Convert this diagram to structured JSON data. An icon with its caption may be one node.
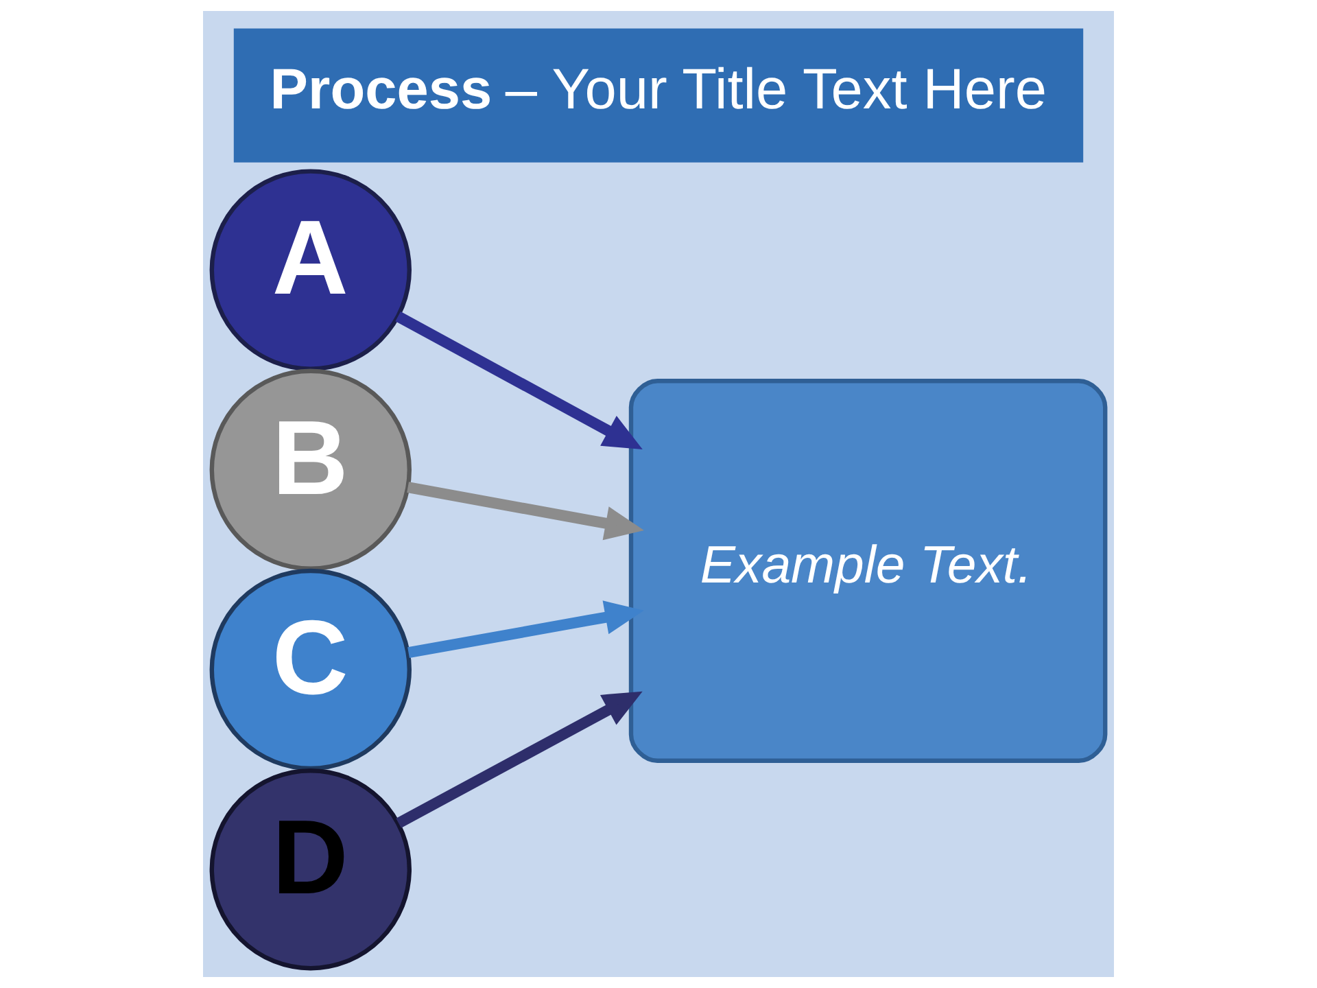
{
  "diagram": {
    "title": "**Process** – Your Title Text Here",
    "nodes": [
      {
        "text": [
          "A"
        ]
      },
      {
        "text": [
          "B"
        ]
      },
      {
        "text": [
          "C"
        ]
      },
      {
        "text": [
          "D"
        ]
      },
      {
        "text": [
          "Example Text."
        ]
      }
    ],
    "edges": [
      {
        "from": 0,
        "to": 4,
        "arrow": "to",
        "color": "#2e3192"
      },
      {
        "from": 1,
        "to": 4,
        "arrow": "to",
        "color": "#8c8c8c"
      },
      {
        "from": 2,
        "to": 4,
        "arrow": "to",
        "color": "#3f82cc"
      },
      {
        "from": 3,
        "to": 4,
        "arrow": "to",
        "color": "#2e2e6b"
      }
    ]
  }
}
